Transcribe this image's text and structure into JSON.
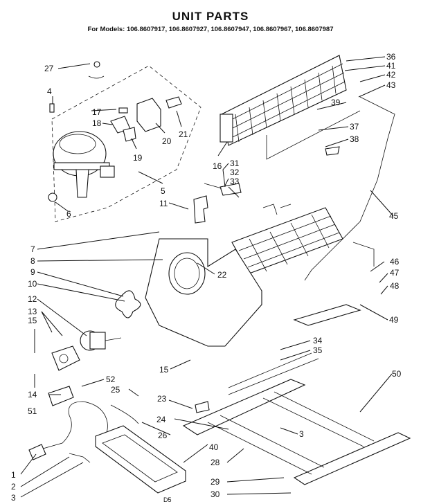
{
  "header": {
    "title": "UNIT PARTS",
    "models": "For Models: 106.8607917, 106.8607927, 106.8607947, 106.8607967, 106.8607987"
  },
  "footer_code": "D5",
  "callouts": {
    "c1": "1",
    "c2": "2",
    "c3": "3",
    "c3b": "3",
    "c4": "4",
    "c5": "5",
    "c6": "6",
    "c7": "7",
    "c8": "8",
    "c9": "9",
    "c10": "10",
    "c11": "11",
    "c12": "12",
    "c13": "13",
    "c14": "14",
    "c15": "15",
    "c15b": "15",
    "c16": "16",
    "c17": "17",
    "c18": "18",
    "c19": "19",
    "c20": "20",
    "c21": "21",
    "c22": "22",
    "c23": "23",
    "c24": "24",
    "c25": "25",
    "c26": "26",
    "c27": "27",
    "c28": "28",
    "c29": "29",
    "c30": "30",
    "c31": "31",
    "c32": "32",
    "c33": "33",
    "c34": "34",
    "c35": "35",
    "c36": "36",
    "c37": "37",
    "c38": "38",
    "c39": "39",
    "c40": "40",
    "c41": "41",
    "c42": "42",
    "c43": "43",
    "c45": "45",
    "c46": "46",
    "c47": "47",
    "c48": "48",
    "c49": "49",
    "c50": "50",
    "c51": "51",
    "c52": "52"
  }
}
